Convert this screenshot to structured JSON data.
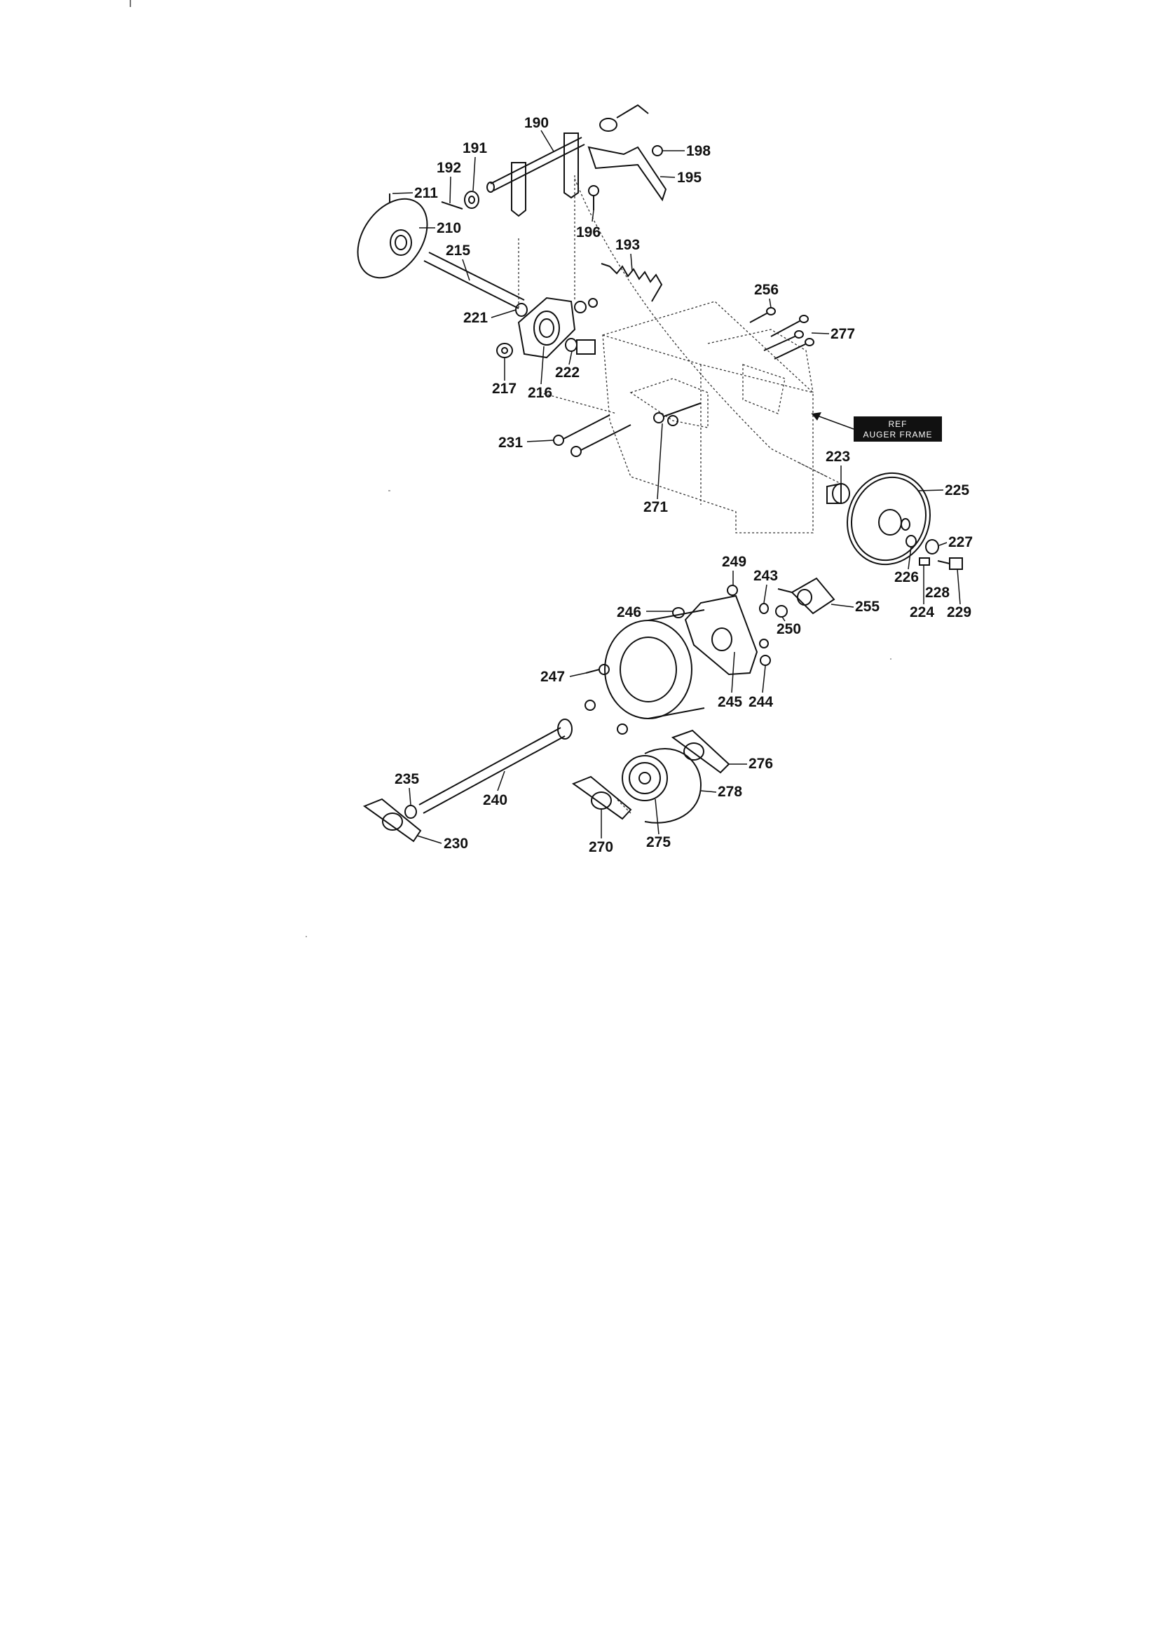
{
  "diagram": {
    "ref_badge": {
      "line1": "REF",
      "line2": "AUGER FRAME"
    },
    "part_labels": [
      {
        "id": "190",
        "text": "190"
      },
      {
        "id": "191",
        "text": "191"
      },
      {
        "id": "192",
        "text": "192"
      },
      {
        "id": "193",
        "text": "193"
      },
      {
        "id": "195",
        "text": "195"
      },
      {
        "id": "196",
        "text": "196"
      },
      {
        "id": "198",
        "text": "198"
      },
      {
        "id": "210",
        "text": "210"
      },
      {
        "id": "211",
        "text": "211"
      },
      {
        "id": "215",
        "text": "215"
      },
      {
        "id": "216",
        "text": "216"
      },
      {
        "id": "217",
        "text": "217"
      },
      {
        "id": "221",
        "text": "221"
      },
      {
        "id": "222",
        "text": "222"
      },
      {
        "id": "223",
        "text": "223"
      },
      {
        "id": "224",
        "text": "224"
      },
      {
        "id": "225",
        "text": "225"
      },
      {
        "id": "226",
        "text": "226"
      },
      {
        "id": "227",
        "text": "227"
      },
      {
        "id": "228",
        "text": "228"
      },
      {
        "id": "229",
        "text": "229"
      },
      {
        "id": "230",
        "text": "230"
      },
      {
        "id": "231",
        "text": "231"
      },
      {
        "id": "235",
        "text": "235"
      },
      {
        "id": "240",
        "text": "240"
      },
      {
        "id": "243",
        "text": "243"
      },
      {
        "id": "244",
        "text": "244"
      },
      {
        "id": "245",
        "text": "245"
      },
      {
        "id": "246",
        "text": "246"
      },
      {
        "id": "247",
        "text": "247"
      },
      {
        "id": "249",
        "text": "249"
      },
      {
        "id": "250",
        "text": "250"
      },
      {
        "id": "255",
        "text": "255"
      },
      {
        "id": "256",
        "text": "256"
      },
      {
        "id": "270",
        "text": "270"
      },
      {
        "id": "271",
        "text": "271"
      },
      {
        "id": "275",
        "text": "275"
      },
      {
        "id": "276",
        "text": "276"
      },
      {
        "id": "277",
        "text": "277"
      },
      {
        "id": "278",
        "text": "278"
      }
    ]
  }
}
